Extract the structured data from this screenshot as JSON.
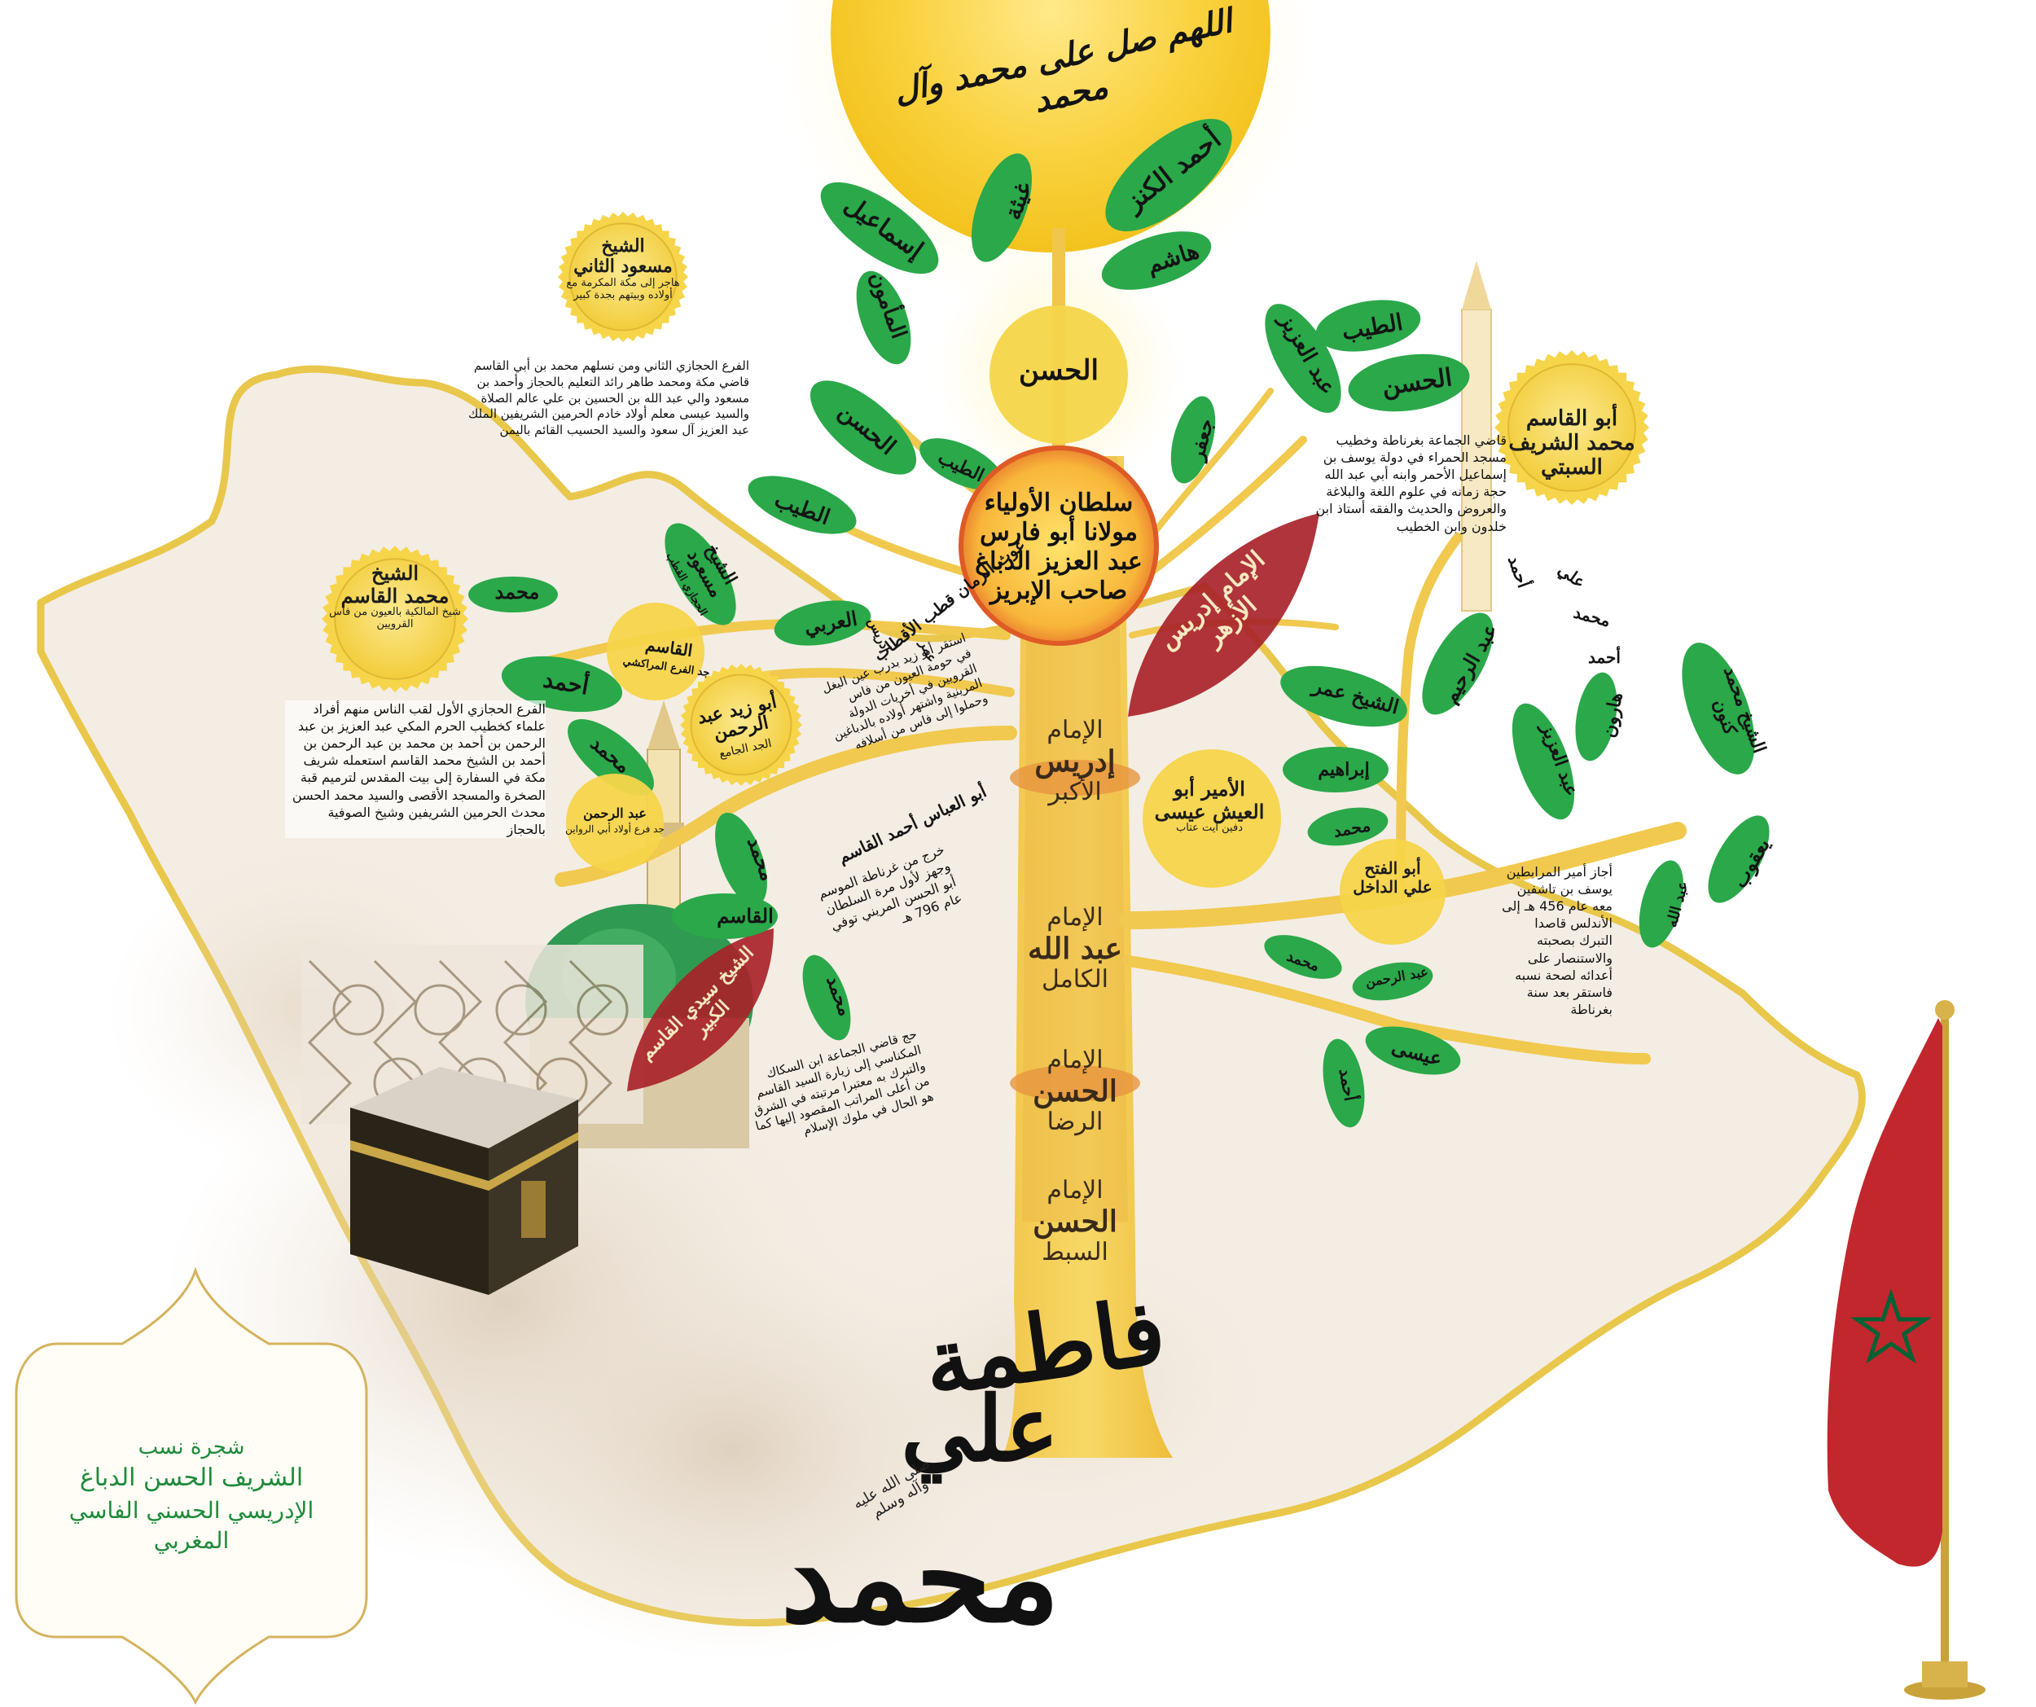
{
  "header": {
    "salawat": "اللهم صل على محمد وآل محمد"
  },
  "title_panel": {
    "line1": "شجرة نسب",
    "line2": "الشريف الحسن الدباغ",
    "line3": "الإدريسي الحسني الفاسي",
    "line4": "المغربي"
  },
  "root": {
    "muhammad": "محمد",
    "salla": "صلى الله عليه وآله وسلم",
    "ali": "علي",
    "fatima": "فاطمة"
  },
  "trunk": {
    "t1_title": "الإمام",
    "t1_name": "الحسن",
    "t1_sub": "السبط",
    "t2_title": "الإمام",
    "t2_name": "الحسن",
    "t2_sub": "الرضا",
    "t3_title": "الإمام",
    "t3_name": "عبد الله",
    "t3_sub": "الكامل",
    "t4_title": "الإمام",
    "t4_name": "إدريس",
    "t4_sub": "الأكبر"
  },
  "center_medal": {
    "line1": "سلطان الأولياء",
    "line2": "مولانا أبو فارس",
    "line3": "عبد العزيز الدباغ",
    "line4": "صاحب الإبريز"
  },
  "red_leaves": {
    "idris_azhar": "الإمام إدريس الأزهر",
    "qasim_kabir": "الشيخ سيدي القاسم الكبير"
  },
  "upper_leaves": {
    "ahmad_kanz": "أحمد الكنز",
    "ghayta": "غيثة",
    "ismail": "إسماعيل",
    "hashim": "هاشم",
    "mamun": "المأمون",
    "hasan_medal": "الحسن",
    "hasan_leaf": "الحسن",
    "tayyib1": "الطيب",
    "tayyib2": "الطيب",
    "jaafar": "جعفر",
    "masud": "الشيخ مسعود",
    "masud_sub": "الحجازي القطب",
    "arabi": "العربي",
    "ghawth": "غوث الزمان قطب الأقطاب",
    "tayyib_r": "الطيب",
    "hasan_r": "الحسن",
    "abdelaziz_r": "عبد العزيز"
  },
  "left_leaves": {
    "muhammad_top": "محمد",
    "ahmad": "أحمد",
    "muhammad": "محمد",
    "qasim_leaf": "القاسم",
    "qasim_sub": "جد الفرع المراكشي",
    "abuzayd": "أبو زيد عبد الرحمن",
    "abuzayd_sub": "الجد الجامع",
    "abdrahman_small": "عبد الرحمن",
    "abdrahman_sub": "جد فرع أولاد أبي الرواين",
    "muhammad2": "محمد",
    "qasim2": "القاسم",
    "muhammad3": "محمد",
    "abu_abbas": "أبو العباس أحمد القاسم",
    "idris_small": "إدريس",
    "umar_small": "عمر"
  },
  "right_leaves": {
    "abdrahim": "عبد الرحيم",
    "shaykh_umar": "الشيخ عمر",
    "ibrahim": "إبراهيم",
    "muhammad_r1": "محمد",
    "harun": "هارون",
    "abdelaziz2": "عبد العزيز",
    "shaykh_kanun": "الشيخ محمد كنون",
    "yaqub": "يعقوب",
    "abdallah": "عبد الله",
    "muhammad_r2": "محمد",
    "abdrahman_r": "عبد الرحمن",
    "isa": "عيسى",
    "ahmad_r": "أحمد",
    "ali_r": "علي",
    "ahmad_r2": "أحمد",
    "muhammad_r3": "محمد",
    "ahmad_r3": "أحمد",
    "abulfath": "أبو الفتح علي الداخل",
    "abu_aysh": "الأمير أبو العيش عيسى",
    "abu_aysh_sub": "دفين آيت عتاب",
    "abulqasim": "أبو القاسم محمد الشريف السبتي"
  },
  "medals": {
    "masud2_title": "الشيخ",
    "masud2_name": "مسعود الثاني",
    "masud2_sub": "هاجر إلى مكة المكرمة مع أولاده وبيتهم بجدة كبير",
    "qasim_shaykh_title": "الشيخ",
    "qasim_shaykh_name": "محمد القاسم",
    "qasim_shaykh_sub": "شيخ المالكية بالعيون من فاس القرويين"
  },
  "notes": {
    "hijazi2": "الفرع الحجازي الثاني ومن نسلهم محمد بن أبي القاسم قاضي مكة ومحمد طاهر رائد التعليم بالحجاز وأحمد بن مسعود والي عبد الله بن الحسين بن علي عالم الصلاة والسيد عيسى معلم أولاد خادم الحرمين الشريفين الملك عبد العزيز آل سعود والسيد الحسيب القائم باليمن",
    "hijazi1": "الفرع الحجازي الأول لقب الناس منهم أفراد علماء كخطيب الحرم المكي عبد العزيز بن عبد الرحمن بن أحمد بن محمد بن عبد الرحمن بن أحمد بن الشيخ محمد القاسم استعمله شريف مكة في السفارة إلى بيت المقدس لترميم قبة الصخرة والمسجد الأقصى والسيد محمد الحسن محدث الحرمين الشريفين وشيخ الصوفية بالحجاز",
    "abuzayd_note": "استقر أبو زيد بدرب عين البغل في حومة العيون من فاس القرويين في أخريات الدولة المرينية واشتهر أولاده بالدباغين وحملوا إلى فاس من أسلافه",
    "qasim_note": "خرج من غرناطة الموسم وجهز لأول مرة السلطان أبو الحسن المريني توفي عام 796 هـ",
    "ibn_sakkak": "حج قاضي الجماعة ابن السكاك المكناسي إلى زيارة السيد القاسم والتبرك به معتبرا مرتبته في الشرق من أعلى المراتب المقصود إليها كما هو الحال في ملوك الإسلام",
    "granada": "قاضي الجماعة بغرناطة وخطيب مسجد الحمراء في دولة يوسف بن إسماعيل الأحمر وابنه أبي عبد الله حجة زمانه في علوم اللغة والبلاغة والعروض والحديث والفقه أستاذ ابن خلدون وابن الخطيب",
    "murabitin": "أجاز أمير المرابطين يوسف بن تاشفين معه عام 456 هـ إلى الأندلس قاصدا التبرك بصحبته والاستنصار على أعدائه لصحة نسبه فاستقر بعد سنة بغرناطة"
  },
  "colors": {
    "leaf_green": "#2aa84a",
    "medal_yellow": "#f6d54a",
    "sun_yellow": "#f8cf32",
    "red_leaf": "#a8232a",
    "flag_red": "#c1272d",
    "flag_star": "#006233",
    "title_green": "#1e8a3c"
  }
}
